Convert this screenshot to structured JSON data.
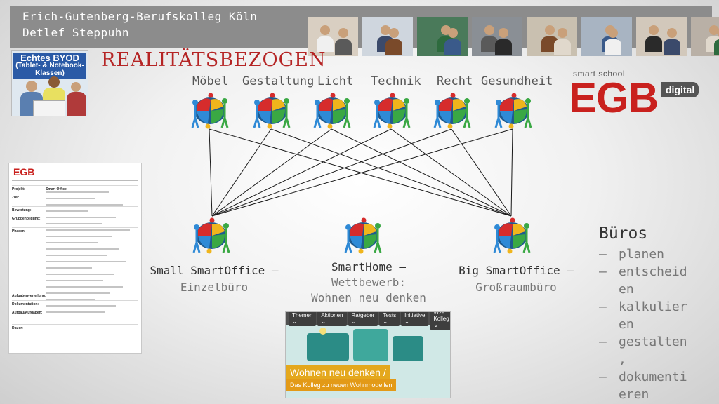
{
  "header": {
    "line1": "Erich-Gutenberg-Berufskolleg Köln",
    "line2": "Detlef Steppuhn"
  },
  "byod": {
    "line1": "Echtes BYOD",
    "line2": "(Tablet- & Notebook-Klassen)"
  },
  "title": "REALITÄTSBEZOGEN",
  "categories": [
    "Möbel",
    "Gestaltung",
    "Licht",
    "Technik",
    "Recht",
    "Gesundheit"
  ],
  "logo": {
    "small": "smart school",
    "big": "EGB",
    "badge": "digital"
  },
  "doc": {
    "logo": "EGB",
    "rows": [
      {
        "label": "Projekt:",
        "value": "Smart Office"
      },
      {
        "label": "Ziel:",
        "value": ""
      },
      {
        "label": "Bewertung:",
        "value": ""
      },
      {
        "label": "Gruppenbildung:",
        "value": ""
      },
      {
        "label": "Phasen:",
        "value": ""
      },
      {
        "label": "Aufgabenverteilung:",
        "value": ""
      },
      {
        "label": "Dokumentation:",
        "value": ""
      },
      {
        "label": "Aufbau/Aufgaben:",
        "value": ""
      },
      {
        "label": "Dauer:",
        "value": ""
      }
    ]
  },
  "projects": [
    {
      "line1": "Small SmartOffice –",
      "line2": "Einzelbüro",
      "line3": ""
    },
    {
      "line1": "SmartHome –",
      "line2": "Wettbewerb:",
      "line3": "Wohnen neu denken"
    },
    {
      "line1": "Big SmartOffice –",
      "line2": "Großraumbüro",
      "line3": ""
    }
  ],
  "bueros": {
    "title": "Büros",
    "items": [
      {
        "dash": "–",
        "lines": [
          "planen"
        ]
      },
      {
        "dash": "–",
        "lines": [
          "entscheid",
          "en"
        ]
      },
      {
        "dash": "–",
        "lines": [
          "kalkulier",
          "en"
        ]
      },
      {
        "dash": "–",
        "lines": [
          "gestalten",
          ","
        ]
      },
      {
        "dash": "–",
        "lines": [
          "dokumenti",
          "eren"
        ]
      }
    ]
  },
  "website": {
    "nav": [
      "Themen ⌄",
      "Aktionen ⌄",
      "Ratgeber ⌄",
      "Tests ⌄",
      "Initiative ⌄",
      "W2-Kolleg ⌄"
    ],
    "headline": "Wohnen neu denken /",
    "subline": "Das Kolleg zu neuen Wohnmodellen"
  },
  "colors": {
    "header_bg": "#8c8c8c",
    "title_red": "#b52424",
    "logo_red": "#c9211e",
    "puzzle": [
      "#d62c2c",
      "#f0b51c",
      "#2f8ad6",
      "#3aa844"
    ]
  },
  "icons": [
    "people-puzzle-icon",
    "photo-strip"
  ]
}
